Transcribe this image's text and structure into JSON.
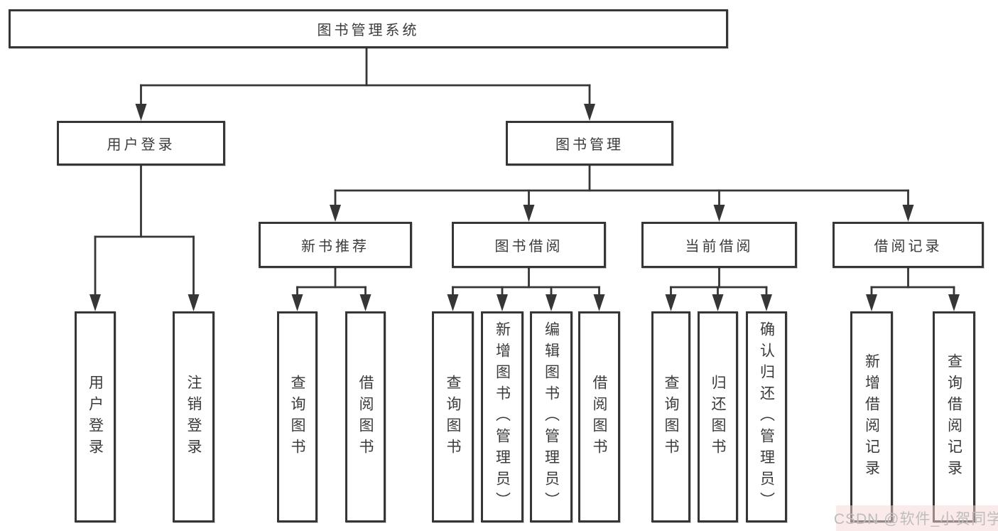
{
  "root": {
    "label": "图书管理系统"
  },
  "level2": [
    {
      "label": "用户登录"
    },
    {
      "label": "图书管理"
    }
  ],
  "level3": [
    {
      "label": "新书推荐"
    },
    {
      "label": "图书借阅"
    },
    {
      "label": "当前借阅"
    },
    {
      "label": "借阅记录"
    }
  ],
  "leaves": {
    "user_login": [
      {
        "label": "用户登录"
      },
      {
        "label": "注销登录"
      }
    ],
    "new_book": [
      {
        "label": "查询图书"
      },
      {
        "label": "借阅图书"
      }
    ],
    "book_borrow": [
      {
        "label": "查询图书"
      },
      {
        "label": "新增图书（管理员）"
      },
      {
        "label": "编辑图书（管理员）"
      },
      {
        "label": "借阅图书"
      }
    ],
    "current_borrow": [
      {
        "label": "查询图书"
      },
      {
        "label": "归还图书"
      },
      {
        "label": "确认归还（管理员）"
      }
    ],
    "borrow_record": [
      {
        "label": "新增借阅记录"
      },
      {
        "label": "查询借阅记录"
      }
    ]
  },
  "watermark": {
    "text": "CSDN @软件_小贺同学"
  },
  "colors": {
    "line": "#363636",
    "text": "#3b3b3b",
    "background": "#ffffff",
    "watermark_text": "#bdbdbd",
    "watermark_bg": "#f6d6d6"
  }
}
